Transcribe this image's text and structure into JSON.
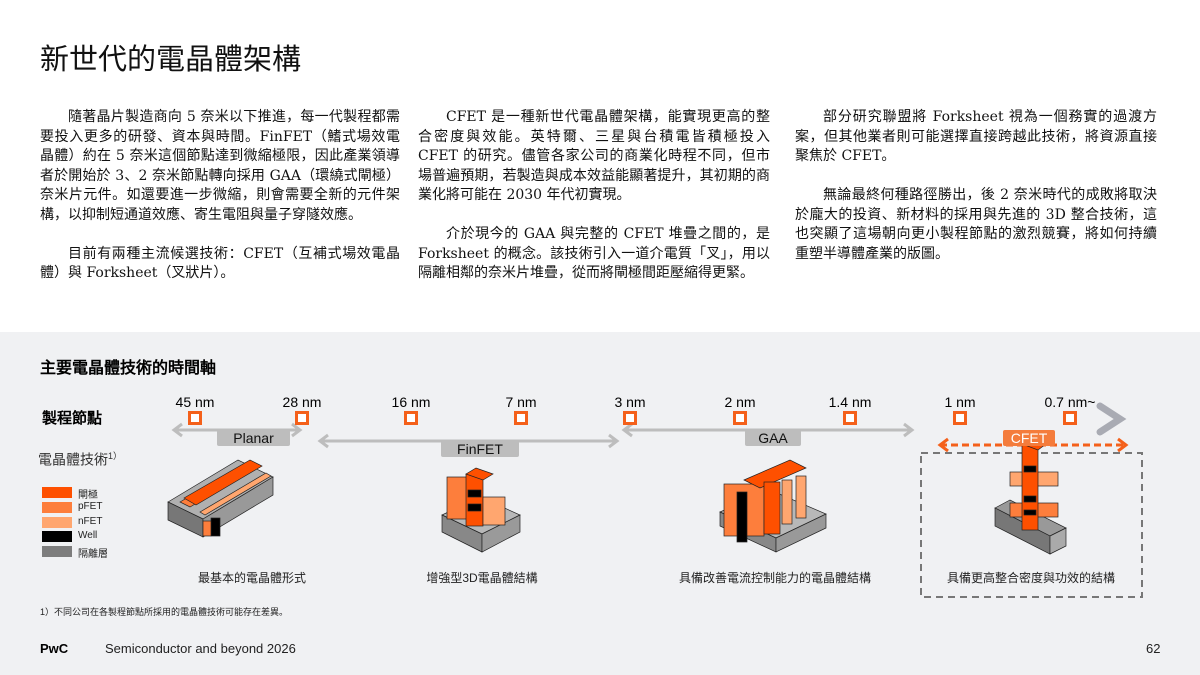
{
  "title": "新世代的電晶體架構",
  "columns": [
    [
      "隨著晶片製造商向 5 奈米以下推進，每一代製程都需要投入更多的研發、資本與時間。FinFET（鰭式場效電晶體）約在 5 奈米這個節點達到微縮極限，因此產業領導者於開始於 3、2 奈米節點轉向採用 GAA（環繞式閘極）奈米片元件。如還要進一步微縮，則會需要全新的元件架構，以抑制短通道效應、寄生電阻與量子穿隧效應。",
      "目前有兩種主流候選技術：CFET（互補式場效電晶體）與 Forksheet（叉狀片）。"
    ],
    [
      "CFET 是一種新世代電晶體架構，能實現更高的整合密度與效能。英特爾、三星與台積電皆積極投入 CFET 的研究。儘管各家公司的商業化時程不同，但市場普遍預期，若製造與成本效益能顯著提升，其初期的商業化將可能在 2030 年代初實現。",
      "介於現今的 GAA 與完整的 CFET 堆疊之間的，是 Forksheet 的概念。該技術引入一道介電質「叉」，用以隔離相鄰的奈米片堆疊，從而將閘極間距壓縮得更緊。"
    ],
    [
      "部分研究聯盟將 Forksheet 視為一個務實的過渡方案，但其他業者則可能選擇直接跨越此技術，將資源直接聚焦於 CFET。",
      "無論最終何種路徑勝出，後 2 奈米時代的成敗將取決於龐大的投資、新材料的採用與先進的 3D 整合技術，這也突顯了這場朝向更小製程節點的激烈競賽，將如何持續重塑半導體產業的版圖。"
    ]
  ],
  "timeline": {
    "title": "主要電晶體技術的時間軸",
    "node_row_label": "製程節點",
    "tech_row_label": "電晶體技術",
    "tech_row_sup": "1）",
    "nodes": [
      "45 nm",
      "28 nm",
      "16 nm",
      "7 nm",
      "3 nm",
      "2 nm",
      "1.4 nm",
      "1 nm",
      "0.7 nm~"
    ],
    "techs": [
      "Planar",
      "FinFET",
      "GAA",
      "CFET"
    ],
    "captions": [
      "最基本的電晶體形式",
      "增強型3D電晶體結構",
      "具備改善電流控制能力的電晶體結構",
      "具備更高整合密度與功效的結構"
    ],
    "legend": [
      {
        "label": "閘極",
        "color": "#fe5000"
      },
      {
        "label": "pFET",
        "color": "#fd7e3c"
      },
      {
        "label": "nFET",
        "color": "#ffa66f"
      },
      {
        "label": "Well",
        "color": "#000000"
      },
      {
        "label": "隔離層",
        "color": "#7d7d7d"
      }
    ],
    "footnote": "1）不同公司在各製程節點所採用的電晶體技術可能存在差異。"
  },
  "footer": {
    "brand": "PwC",
    "report": "Semiconductor and beyond 2026",
    "page": "62"
  },
  "colors": {
    "accent": "#f4601a",
    "panel": "#f0f1f3"
  }
}
